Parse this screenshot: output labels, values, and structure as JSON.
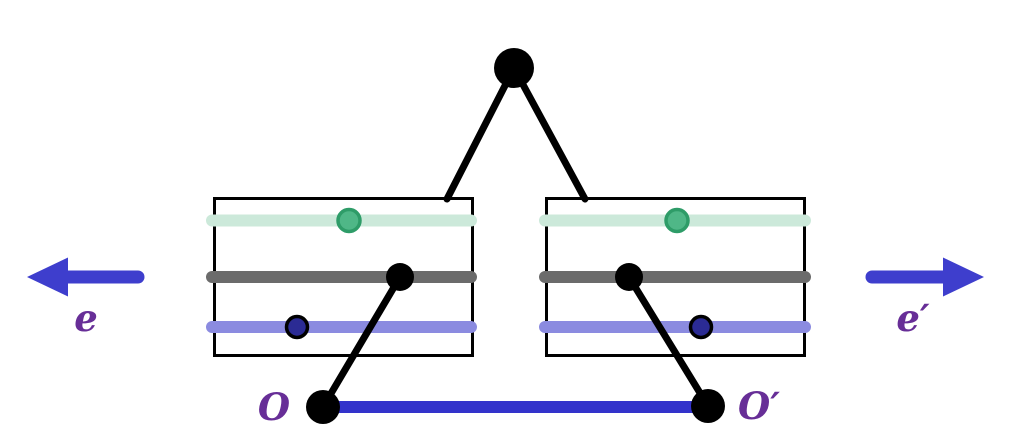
{
  "figure": {
    "description": "diagram of two framed stacks of parallel lines joined at an apex point, with direction arrows and a baseline segment",
    "labels": {
      "left_arrow": "e",
      "right_arrow": "e′",
      "origin_left": "O",
      "origin_right": "O′"
    },
    "colors": {
      "black": "#000000",
      "arrow_blue": "#3e3ecd",
      "baseline_blue": "#3333cb",
      "teal_line": "#cce9da",
      "gray_line": "#6b6b6b",
      "periwinkle_line": "#8b8be0",
      "green_dot_fill": "#4fb787",
      "green_dot_stroke": "#2e9c68",
      "navy_dot_fill": "#2b2b94",
      "label_purple": "#672e97",
      "frame_stroke": "#000000",
      "background": "#ffffff"
    },
    "markers": {
      "apex": "black-dot",
      "frame_rows": [
        "teal-line",
        "gray-line",
        "periwinkle-line"
      ],
      "row_markers": [
        "green-dot",
        "black-dot",
        "navy-dot"
      ],
      "baseline_endpoints": [
        "black-dot",
        "black-dot"
      ]
    }
  }
}
